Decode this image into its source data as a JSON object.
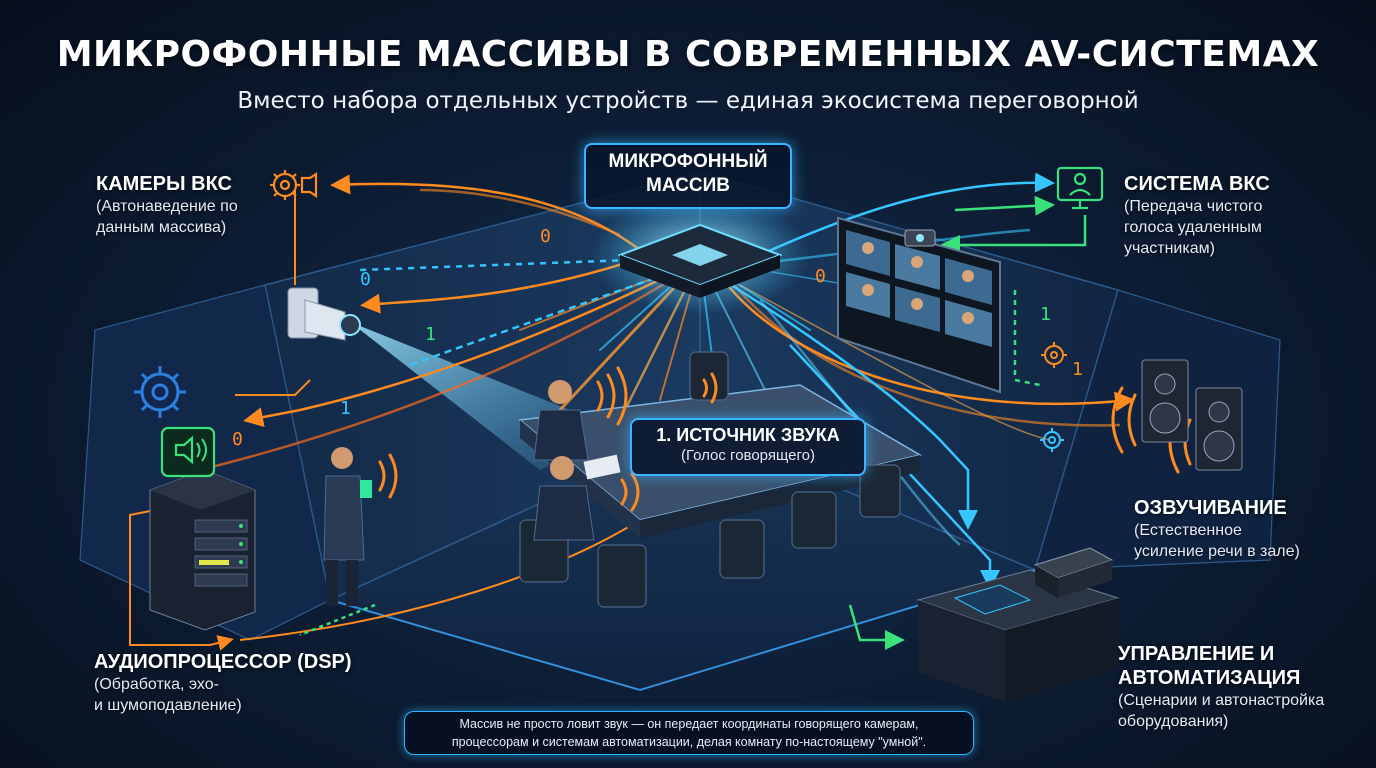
{
  "title": "МИКРОФОННЫЕ МАССИВЫ В СОВРЕМЕННЫХ AV-СИСТЕМАХ",
  "subtitle": "Вместо набора отдельных устройств — единая экосистема переговорной",
  "nodes": {
    "microphone_array": {
      "line1": "МИКРОФОННЫЙ",
      "line2": "МАССИВ"
    },
    "vks_cameras": {
      "title": "КАМЕРЫ ВКС",
      "desc1": "(Автонаведение по",
      "desc2": "данным массива)"
    },
    "vks_system": {
      "title": "СИСТЕМА ВКС",
      "desc1": "(Передача чистого",
      "desc2": "голоса удаленным",
      "desc3": "участникам)"
    },
    "sound_source": {
      "title": "1. ИСТОЧНИК ЗВУКА",
      "desc": "(Голос говорящего)"
    },
    "sound_reinforcement": {
      "title": "ОЗВУЧИВАНИЕ",
      "desc1": "(Естественное",
      "desc2": "усиление речи в зале)"
    },
    "dsp": {
      "title": "АУДИОПРОЦЕССОР (DSP)",
      "desc1": "(Обработка, эхо-",
      "desc2": "и шумоподавление)"
    },
    "control": {
      "title1": "УПРАВЛЕНИЕ И",
      "title2": "АВТОМАТИЗАЦИЯ",
      "desc1": "(Сценарии и автонастройка",
      "desc2": "оборудования)"
    }
  },
  "binary_marks": {
    "zero": "0",
    "one": "1"
  },
  "footnote": {
    "line1": "Массив не просто ловит звук — он передает координаты говорящего камерам,",
    "line2": "процессорам и системам автоматизации, делая комнату по-настоящему \"умной\"."
  },
  "colors": {
    "orange": "#ff8a1f",
    "cyan": "#36c6ff",
    "green": "#39e27a",
    "bg": "#0a1526"
  },
  "icons": [
    "gear-camera-icon",
    "monitor-user-icon",
    "speaker-icon",
    "gear-icon",
    "tablet-icon"
  ]
}
